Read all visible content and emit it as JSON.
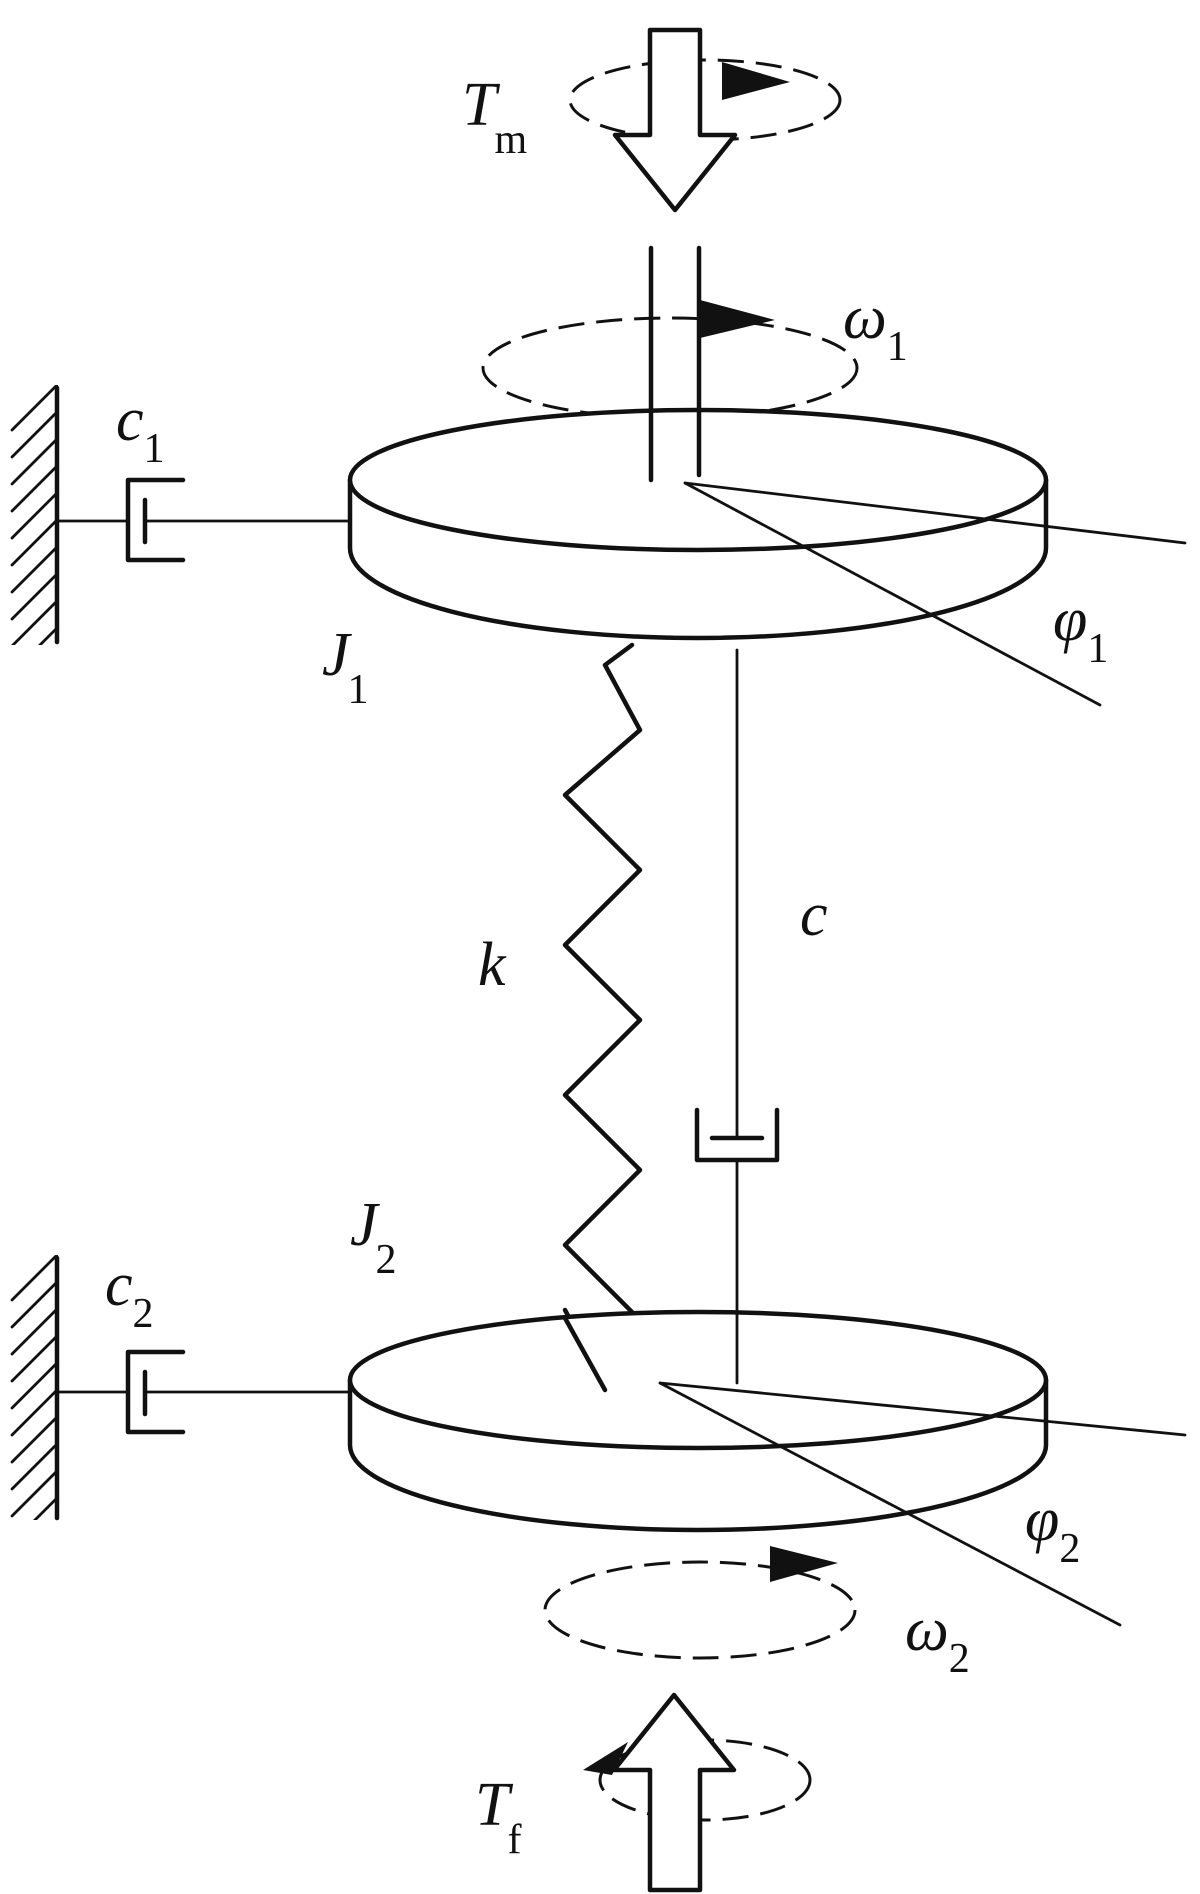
{
  "labels": {
    "tm": "T",
    "tm_sub": "m",
    "omega1": "ω",
    "omega1_sub": "1",
    "c1": "c",
    "c1_sub": "1",
    "j1": "J",
    "j1_sub": "1",
    "phi1": "φ",
    "phi1_sub": "1",
    "k": "k",
    "c": "c",
    "c2": "c",
    "c2_sub": "2",
    "j2": "J",
    "j2_sub": "2",
    "phi2": "φ",
    "phi2_sub": "2",
    "omega2": "ω",
    "omega2_sub": "2",
    "tf": "T",
    "tf_sub": "f"
  },
  "colors": {
    "line": "#111111",
    "background": "#ffffff"
  }
}
